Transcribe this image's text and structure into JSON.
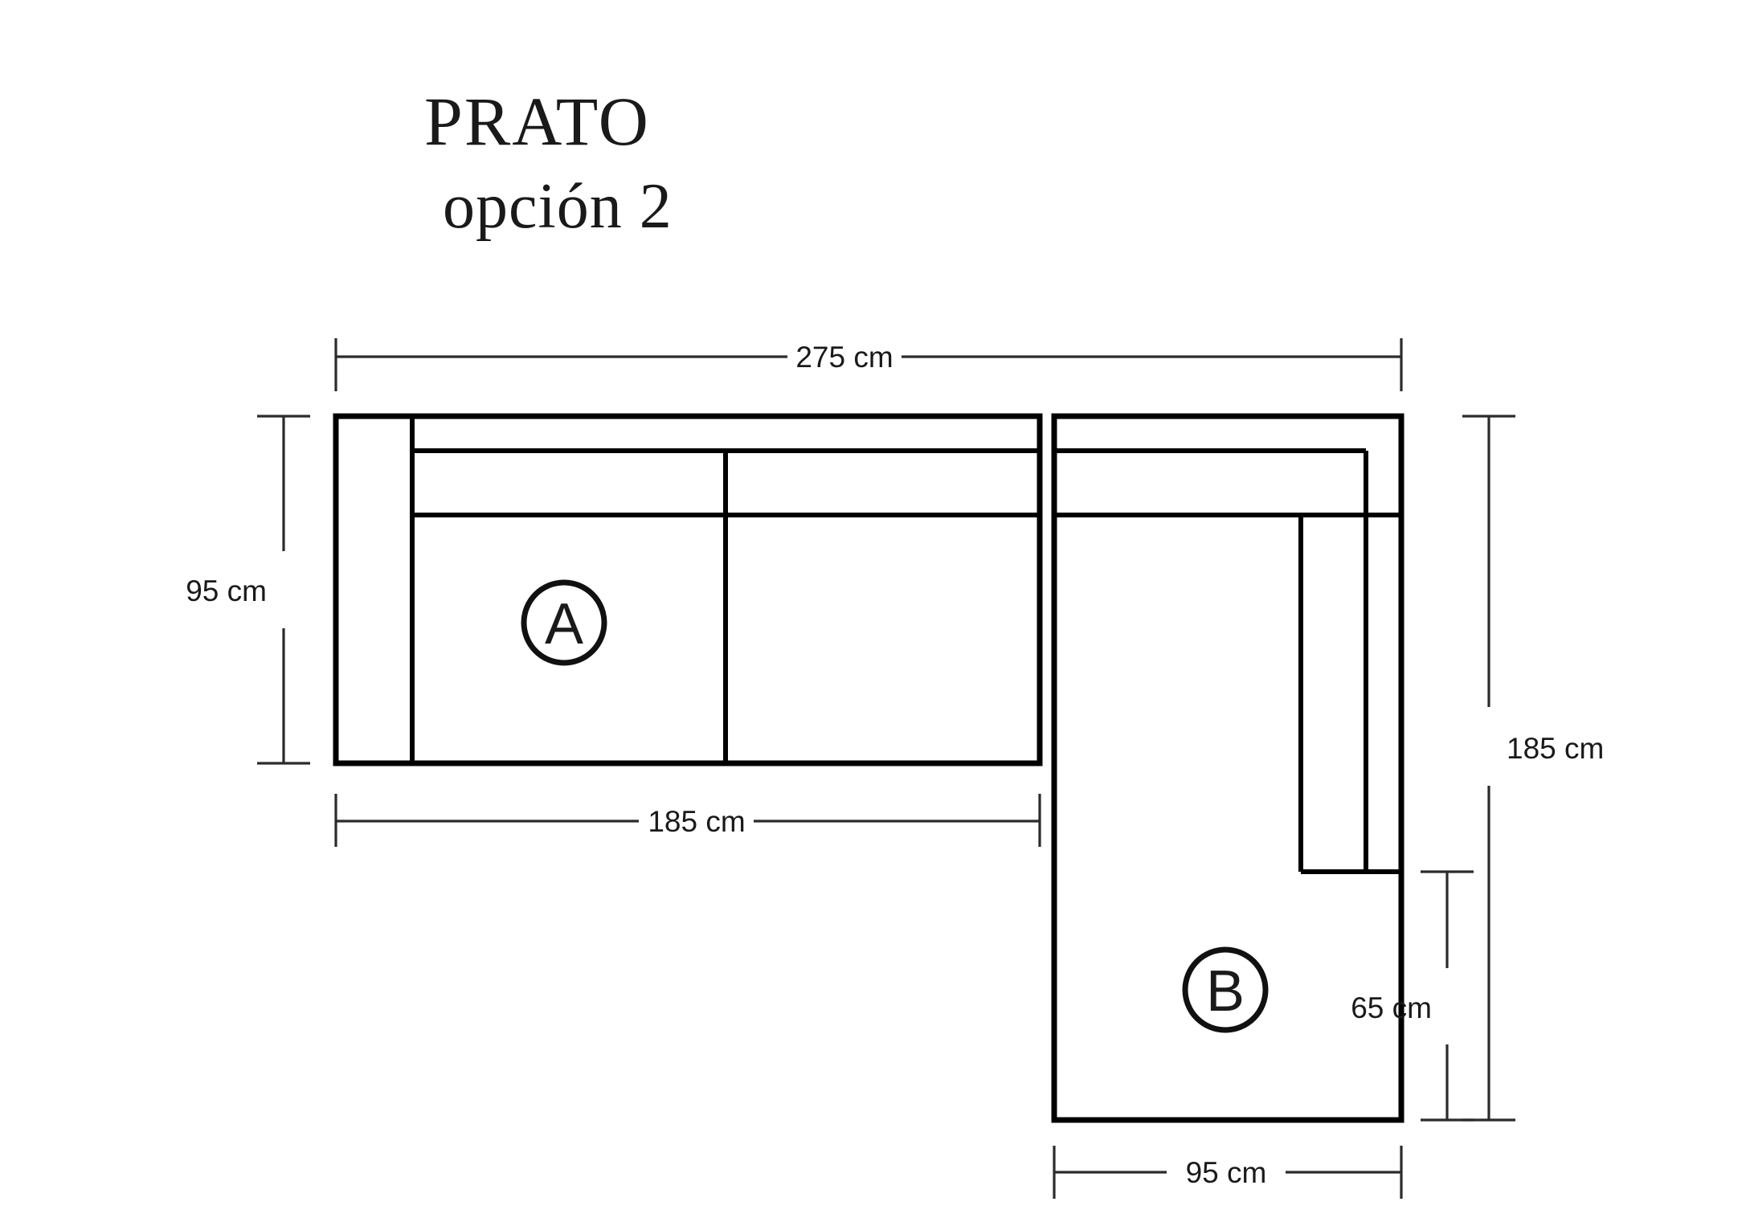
{
  "page": {
    "background_color": "#ffffff",
    "ink_color": "#000000"
  },
  "title": {
    "line1": "PRATO",
    "line2": "opción 2"
  },
  "markers": [
    {
      "id": "A",
      "label": "A"
    },
    {
      "id": "B",
      "label": "B"
    }
  ],
  "dimensions": {
    "overall_width": "275 cm",
    "left_module_depth": "95 cm",
    "left_module_width": "185 cm",
    "right_module_length": "185 cm",
    "right_module_seat": "65 cm",
    "right_module_width": "95 cm"
  },
  "chart_data": {
    "type": "diagram",
    "title": "PRATO opción 2",
    "subtitle": "opción 2",
    "description": "Top-view technical floor plan of an L-shaped sectional sofa composed of two modules labelled A and B.",
    "units": "cm",
    "modules": [
      {
        "label": "A",
        "role": "main-sofa-left",
        "width_cm": 275,
        "seating_width_cm": 185,
        "depth_cm": 95,
        "features": [
          "left armrest",
          "backrest",
          "two seat cushions"
        ]
      },
      {
        "label": "B",
        "role": "chaise-right",
        "length_cm": 185,
        "width_cm": 95,
        "seat_cm": 65,
        "features": [
          "backrest",
          "right armrest",
          "open chaise end"
        ]
      }
    ],
    "annotations": [
      {
        "text": "275 cm",
        "placement": "top",
        "measures": "total width of module A including armrest to end of module B top edge"
      },
      {
        "text": "95 cm",
        "placement": "left",
        "measures": "depth of module A"
      },
      {
        "text": "185 cm",
        "placement": "bottom-left",
        "measures": "seating width of module A"
      },
      {
        "text": "185 cm",
        "placement": "right",
        "measures": "total length of module B"
      },
      {
        "text": "65 cm",
        "placement": "right-lower",
        "measures": "open seat length of module B"
      },
      {
        "text": "95 cm",
        "placement": "bottom-right",
        "measures": "width of module B"
      }
    ]
  }
}
